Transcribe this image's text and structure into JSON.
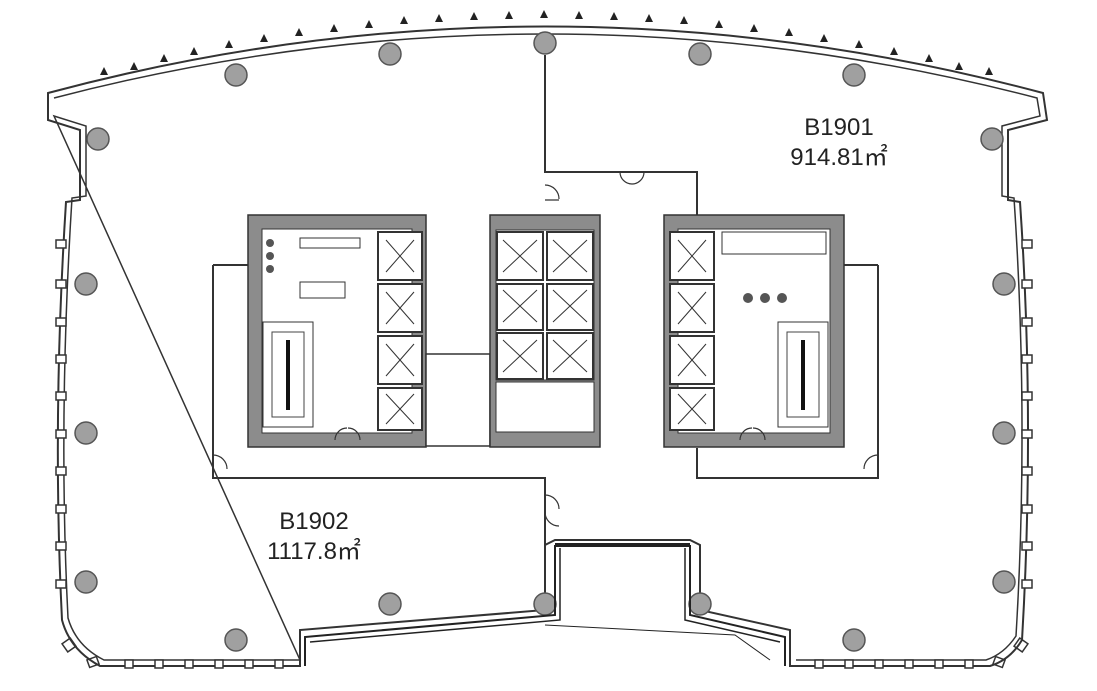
{
  "floor_plan": {
    "units": [
      {
        "id": "B1901",
        "area": "914.81㎡"
      },
      {
        "id": "B1902",
        "area": "1117.8㎡"
      }
    ]
  }
}
